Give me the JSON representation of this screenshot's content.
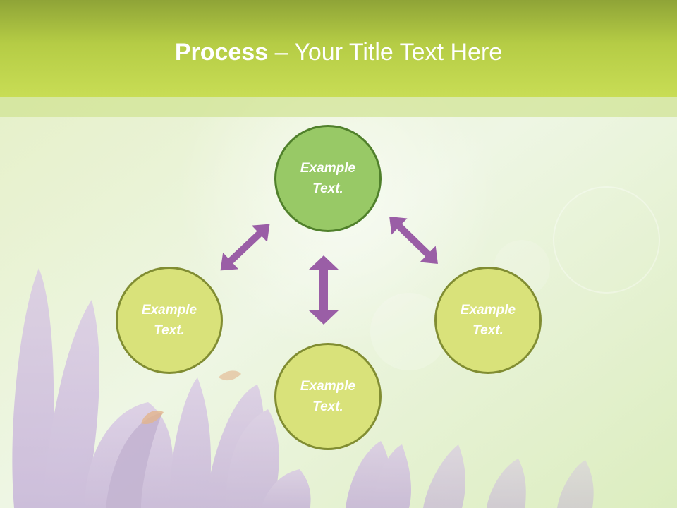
{
  "slide": {
    "title_bold": "Process",
    "title_separator": " – ",
    "title_rest": "Your Title Text Here"
  },
  "diagram": {
    "center": {
      "label": "Example Text."
    },
    "left": {
      "label": "Example Text."
    },
    "bottom": {
      "label": "Example Text."
    },
    "right": {
      "label": "Example Text."
    }
  },
  "colors": {
    "header": "#b5cc45",
    "center_fill": "#98c966",
    "center_border": "#50802b",
    "node_fill": "#d9e27a",
    "node_border": "#818d32",
    "arrow": "#9a5ea6",
    "flower": "#c9b3dc"
  }
}
